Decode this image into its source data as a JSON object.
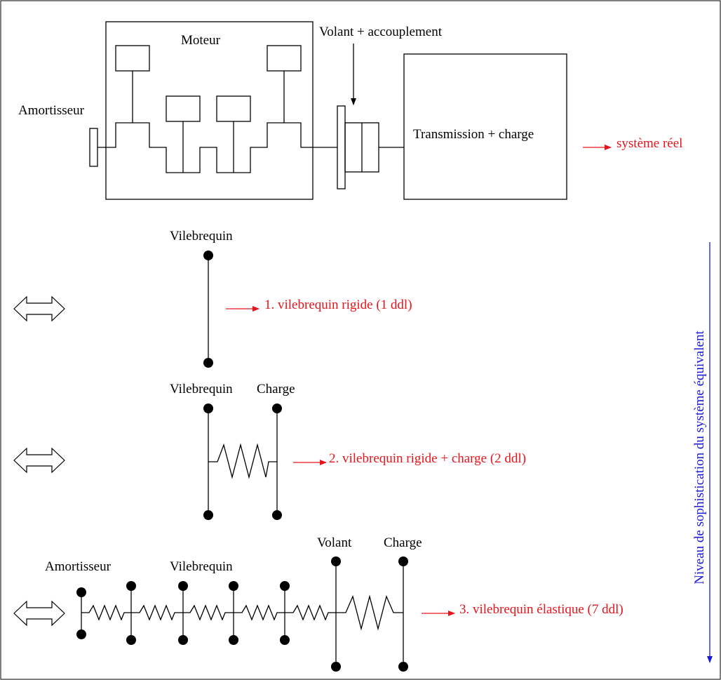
{
  "colors": {
    "line": "#000000",
    "annotation": "#e8141b",
    "axis": "#1a1ad6",
    "background": "#ffffff"
  },
  "real_system": {
    "engine_label": "Moteur",
    "flywheel_label": "Volant + accouplement",
    "damper_label": "Amortisseur",
    "transmission_label": "Transmission + charge",
    "annotation": "système réel"
  },
  "model1": {
    "crankshaft_label": "Vilebrequin",
    "annotation": "1. vilebrequin rigide (1 ddl)"
  },
  "model2": {
    "crankshaft_label": "Vilebrequin",
    "load_label": "Charge",
    "annotation": "2. vilebrequin rigide + charge (2 ddl)"
  },
  "model3": {
    "damper_label": "Amortisseur",
    "crankshaft_label": "Vilebrequin",
    "flywheel_label": "Volant",
    "load_label": "Charge",
    "annotation": "3. vilebrequin élastique (7 ddl)"
  },
  "axis": {
    "label": "Niveau de sophistication du système équivalent"
  },
  "icons": [
    "double-arrow-icon",
    "right-arrow-icon",
    "down-arrow-icon"
  ]
}
